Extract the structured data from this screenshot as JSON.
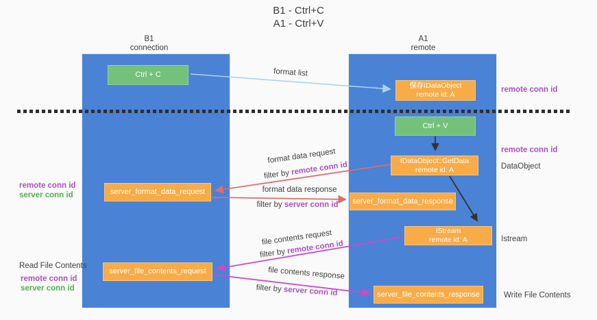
{
  "title": {
    "line1": "B1 - Ctrl+C",
    "line2": "A1 - Ctrl+V"
  },
  "lanes": {
    "left": {
      "name": "B1",
      "role": "connection"
    },
    "right": {
      "name": "A1",
      "role": "remote"
    }
  },
  "boxes": {
    "ctrl_c": {
      "label": "Ctrl + C"
    },
    "ctrl_v": {
      "label": "Ctrl + V"
    },
    "save_dataobject": {
      "line1": "保存IDataObject",
      "line2": "remote id: A"
    },
    "getdata": {
      "line1": "IDataObject::GetData",
      "line2": "remote id: A"
    },
    "istream": {
      "line1": "IStream",
      "line2": "remote id: A"
    },
    "format_request": {
      "label": "server_format_data_request"
    },
    "format_response": {
      "label": "server_format_data_response"
    },
    "file_request": {
      "label": "server_file_contents_request"
    },
    "file_response": {
      "label": "server_file_contents_response"
    }
  },
  "flow_labels": {
    "format_list": "format list",
    "format_data_request": "format data request",
    "format_data_response": "format data response",
    "file_contents_request": "file contents request",
    "file_contents_response": "file contents response",
    "filter_prefix": "filter by ",
    "remote_conn_id": "remote conn id",
    "server_conn_id": "server conn id"
  },
  "annotations": {
    "left_top": {
      "remote": "remote conn id",
      "server": "server conn id"
    },
    "read_file": "Read File Contents",
    "left_bottom": {
      "remote": "remote conn id",
      "server": "server conn id"
    },
    "right_remote_top": "remote conn id",
    "right_remote_mid": "remote conn id",
    "dataobject": "DataObject",
    "istream": "Istream",
    "write_file": "Write File Contents"
  },
  "colors": {
    "lane_blue": "#4a82d5",
    "box_orange": "#f9ab47",
    "box_green": "#73c17b",
    "arrow_blue": "#a9d3ed",
    "arrow_salmon": "#e06c6c",
    "arrow_magenta": "#cb4bcb",
    "arrow_black": "#333333",
    "label_purple": "#ab4fc1",
    "label_green": "#55ab55"
  }
}
